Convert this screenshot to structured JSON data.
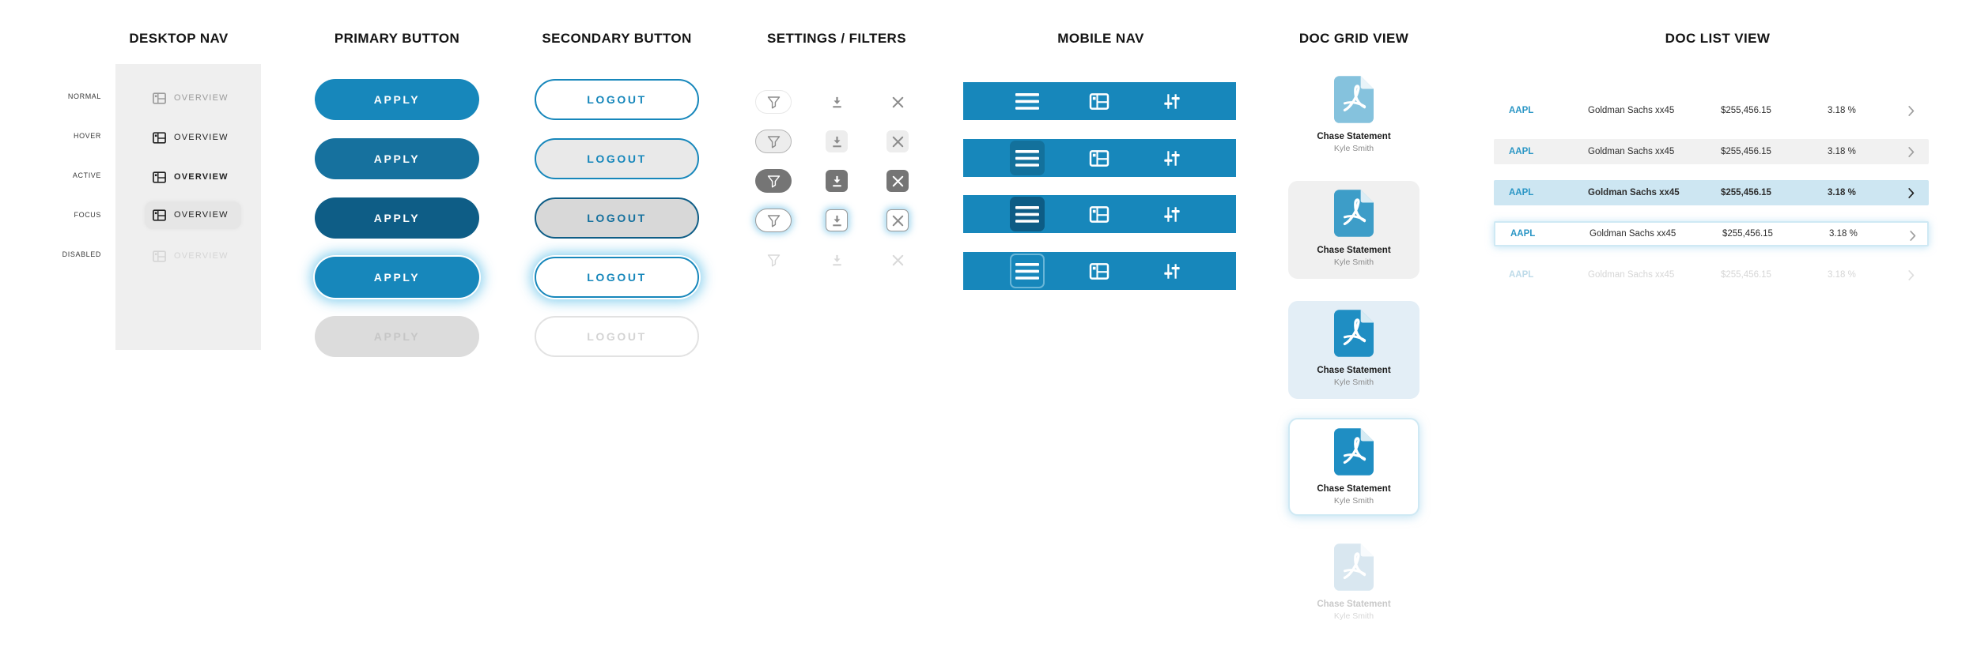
{
  "palette": {
    "primary_blue": "#1787bb",
    "primary_blue_hover": "#16719e",
    "primary_blue_pressed": "#0e5d86",
    "focus_glow_blue": "#71c7eb",
    "disabled_gray": "#dcdcdc",
    "panel_gray": "#efefef",
    "icon_gray": "#8c8c8c",
    "icon_active_gray": "#757575",
    "list_active_blue": "#cde6f2",
    "card_active_blue": "#e3eef6",
    "pdf_blue": "#1f8ec3",
    "pdf_blue_light": "#85c2dd"
  },
  "states": {
    "labels": [
      "NORMAL",
      "HOVER",
      "ACTIVE",
      "FOCUS",
      "DISABLED"
    ]
  },
  "sections": {
    "desktop_nav": {
      "title": "DESKTOP NAV",
      "item": "OVERVIEW"
    },
    "primary_button": {
      "title": "PRIMARY BUTTON",
      "label": "APPLY"
    },
    "secondary_button": {
      "title": "SECONDARY BUTTON",
      "label": "LOGOUT"
    },
    "settings_filters": {
      "title": "SETTINGS / FILTERS",
      "icon_names": [
        "filter-icon",
        "download-icon",
        "close-icon"
      ]
    },
    "mobile_nav": {
      "title": "MOBILE NAV",
      "icon_names": [
        "menu-icon",
        "overview-icon",
        "tune-icon"
      ]
    },
    "doc_grid": {
      "title": "DOC GRID VIEW",
      "card": {
        "title": "Chase Statement",
        "subtitle": "Kyle Smith"
      }
    },
    "doc_list": {
      "title": "DOC LIST VIEW",
      "row": {
        "ticker": "AAPL",
        "account": "Goldman Sachs xx45",
        "amount": "$255,456.15",
        "percent": "3.18 %"
      }
    }
  }
}
